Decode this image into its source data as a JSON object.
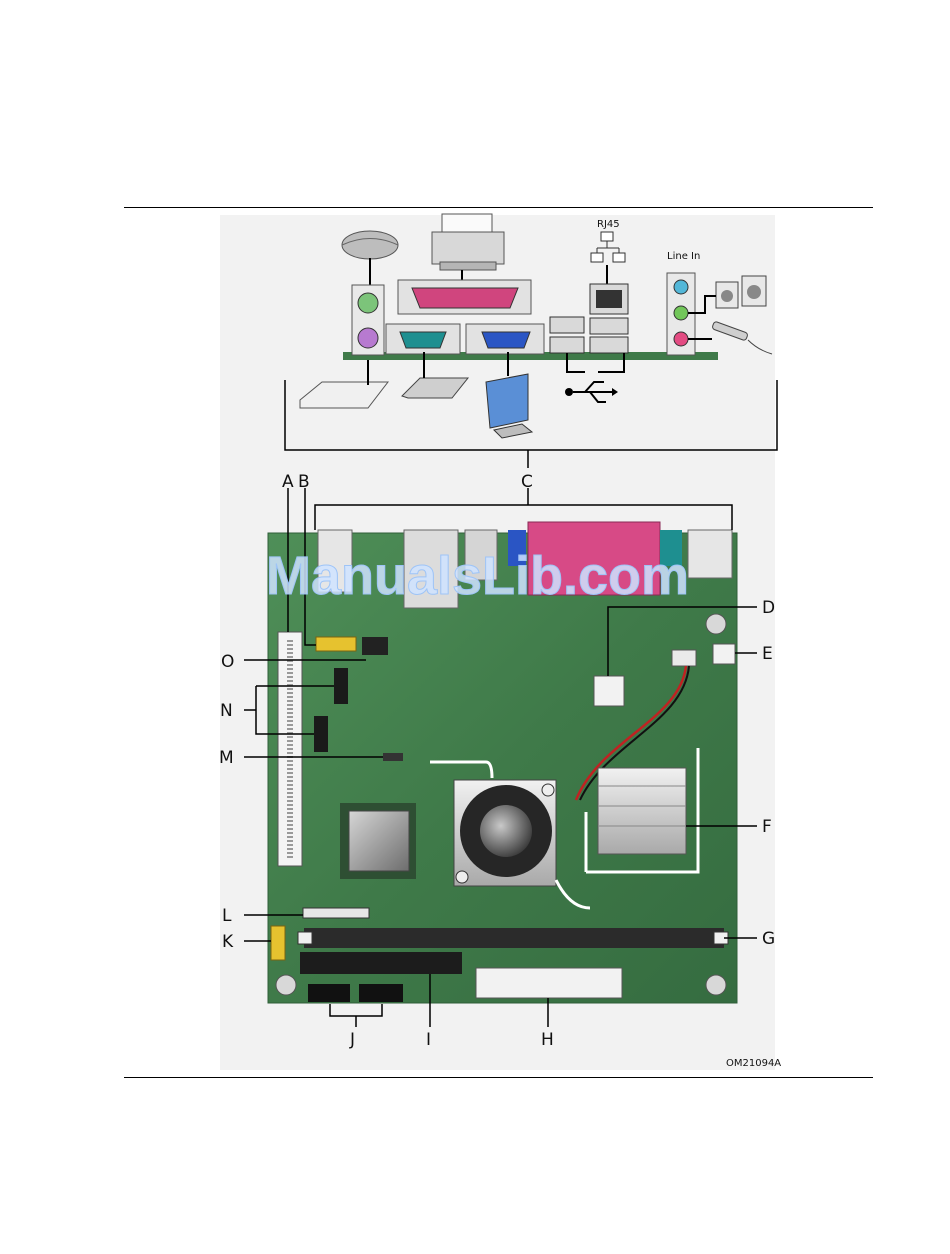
{
  "watermark": "ManualsLib.com",
  "figure_id": "OM21094A",
  "connector_labels": {
    "rj45": "RJ45",
    "line_in": "Line In"
  },
  "callouts": {
    "A": "A",
    "B": "B",
    "C": "C",
    "D": "D",
    "E": "E",
    "F": "F",
    "G": "G",
    "H": "H",
    "I": "I",
    "J": "J",
    "K": "K",
    "L": "L",
    "M": "M",
    "N": "N",
    "O": "O"
  },
  "colors": {
    "board": "#3f7a49",
    "board_edge": "#2f5e38",
    "ps2_mouse": "#7cc47a",
    "ps2_keyboard": "#b77ad0",
    "parallel": "#d0457e",
    "serial": "#1e8f90",
    "vga": "#2a55c4",
    "line_in": "#53b7d8",
    "line_out": "#72c65a",
    "mic": "#e34b82",
    "dimm": "#2b2b2b",
    "header": "#e6c22f"
  }
}
